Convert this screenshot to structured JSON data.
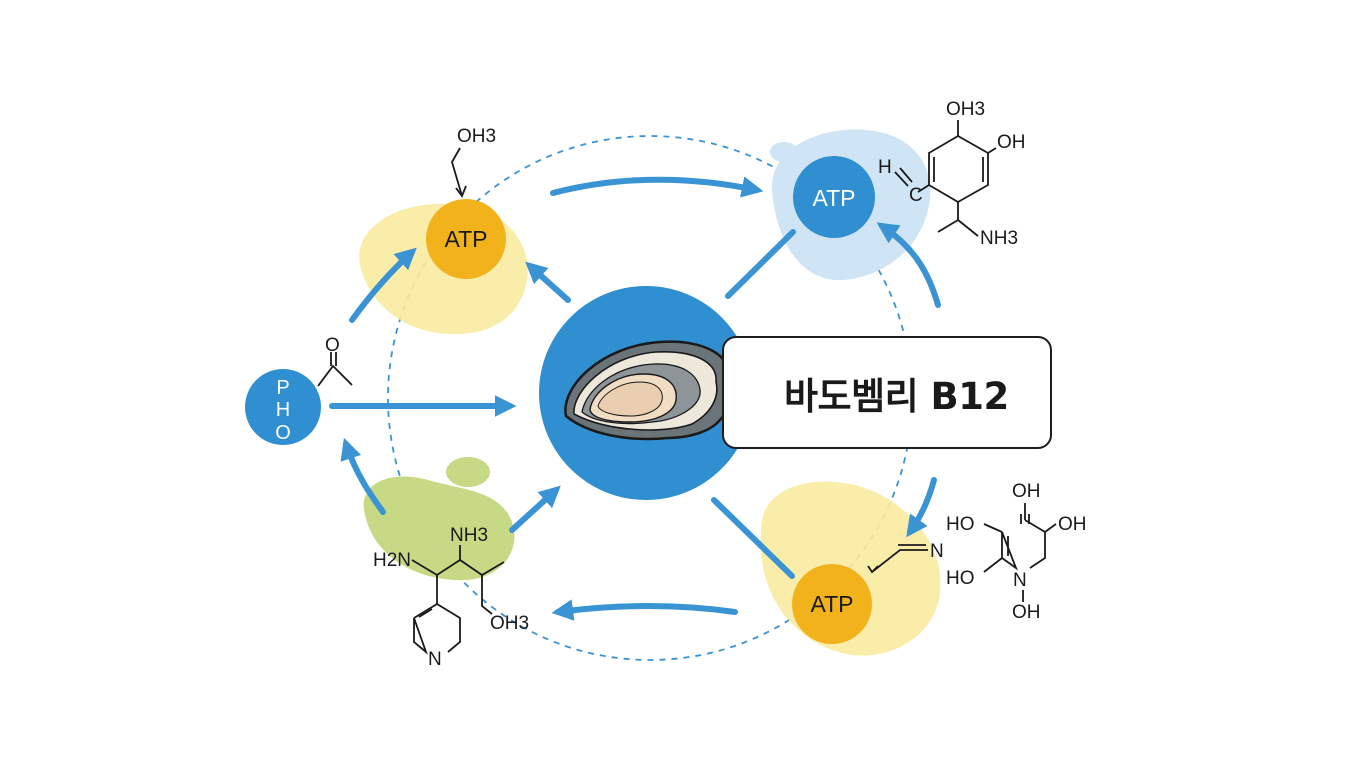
{
  "center_label": "바도벰리 B12",
  "nodes": {
    "atp_top_left": "ATP",
    "atp_top_right": "ATP",
    "atp_bottom_right": "ATP",
    "pho": [
      "P",
      "H",
      "O"
    ]
  },
  "molecules": {
    "top_left": {
      "oh3": "OH3"
    },
    "top_right": {
      "oh3": "OH3",
      "oh": "OH",
      "c": "C",
      "nh3": "NH3",
      "h": "H"
    },
    "left": {
      "o": "O"
    },
    "bottom_left": {
      "nh3": "NH3",
      "h2n": "H2N",
      "oh3": "OH3",
      "n": "N"
    },
    "bottom_right": {
      "oh_top": "OH",
      "ho_left": "HO",
      "oh_right": "OH",
      "ho_lower": "HO",
      "n": "N",
      "oh_bottom": "OH",
      "n_link": "N"
    }
  },
  "colors": {
    "blue": "#2f8fd0",
    "flow_blue": "#3a93d2",
    "atp_orange": "#f2b21c",
    "yellow_blob": "#faeaa0",
    "green_blob": "#c7d985",
    "light_blue_blob": "#cfe4f4"
  },
  "icons": [
    "oyster-icon"
  ]
}
